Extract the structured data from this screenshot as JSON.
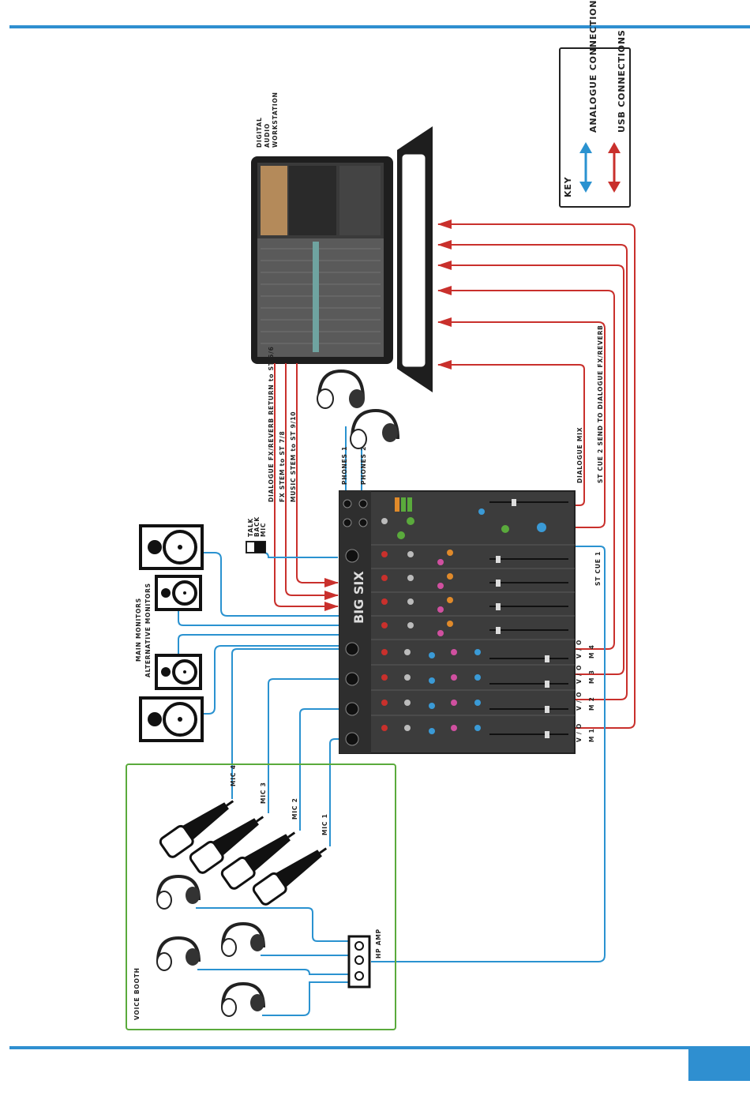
{
  "key": {
    "title": "KEY",
    "analogue": "ANALOGUE CONNECTIONS",
    "usb": "USB CONNECTIONS"
  },
  "workstation": "DIGITAL AUDIO WORKSTATION",
  "mixer": {
    "brand": "BIG SIX"
  },
  "labels": {
    "main_monitors": "MAIN MONITORS",
    "alt_monitors": "ALTERNATIVE MONITORS",
    "talkback": "TALK BACK MIC",
    "phones1": "PHONES 1",
    "phones2": "PHONES 2",
    "dialogue_mix": "DIALOGUE MIX",
    "st_cue2": "ST CUE 2 SEND TO DIALOGUE FX/REVERB",
    "st_cue1": "ST CUE 1",
    "dlg_return": "DIALOGUE FX/REVERB RETURN to ST 5/6",
    "fx_stem": "FX STEM to ST 7/8",
    "music_stem": "MUSIC STEM to ST 9/10",
    "voice_booth": "VOICE BOOTH",
    "hp_amp": "HP AMP",
    "mic1": "MIC 1",
    "mic2": "MIC 2",
    "mic3": "MIC 3",
    "mic4": "MIC 4",
    "vom1": "V / O M 1",
    "vom2": "V / O M 2",
    "vom3": "V / O M 3",
    "vom4": "V / O M 4"
  },
  "colors": {
    "analogue": "#2a92d0",
    "usb": "#c9302c",
    "voice_booth_border": "#5aaa3c",
    "page_rule": "#2f8fd0"
  }
}
